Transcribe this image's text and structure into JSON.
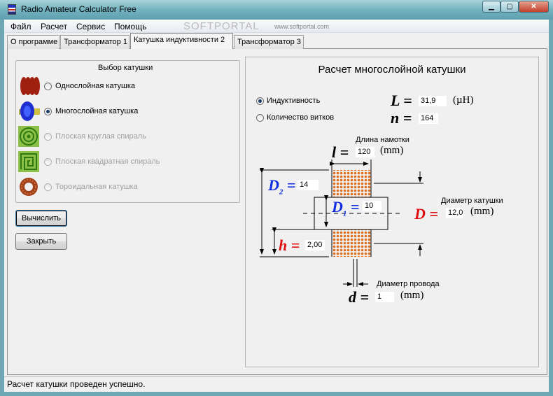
{
  "window": {
    "title": "Radio Amateur Calculator Free"
  },
  "menu": [
    "Файл",
    "Расчет",
    "Сервис",
    "Помощь"
  ],
  "tabs": [
    "О программе",
    "Трансформатор 1",
    "Катушка индуктивности 2",
    "Трансформатор 3"
  ],
  "watermark": {
    "logo": "SOFTPORTAL",
    "url": "www.softportal.com"
  },
  "coil_select": {
    "title": "Выбор катушки",
    "options": [
      {
        "label": "Однослойная катушка",
        "icon": "single-layer-coil-icon",
        "enabled": true,
        "selected": false
      },
      {
        "label": "Многослойная катушка",
        "icon": "multi-layer-coil-icon",
        "enabled": true,
        "selected": true
      },
      {
        "label": "Плоская круглая спираль",
        "icon": "round-spiral-icon",
        "enabled": false,
        "selected": false
      },
      {
        "label": "Плоская квадратная спираль",
        "icon": "square-spiral-icon",
        "enabled": false,
        "selected": false
      },
      {
        "label": "Тороидальная катушка",
        "icon": "toroid-icon",
        "enabled": false,
        "selected": false
      }
    ]
  },
  "buttons": {
    "calculate": "Вычислить",
    "close": "Закрыть"
  },
  "calc": {
    "title": "Расчет многослойной катушки",
    "mode_inductance": "Индуктивность",
    "mode_turns": "Количество витков",
    "L_symbol": "L =",
    "L_value": "31,9",
    "L_unit": "(µH)",
    "n_symbol": "n =",
    "n_value": "164",
    "length_label": "Длина намотки",
    "l_symbol": "l =",
    "l_value": "120",
    "mm": "(mm)",
    "D2_symbol": "D",
    "D2_sub": "2",
    "D2_value": "14",
    "D1_symbol": "D",
    "D1_sub": "1",
    "D1_value": "10",
    "D_label": "Диаметр катушки",
    "D_symbol": "D =",
    "D_value": "12,0",
    "h_symbol": "h =",
    "h_value": "2,00",
    "wire_label": "Диаметр провода",
    "d_symbol": "d =",
    "d_value": "1",
    "colors": {
      "blue": "#1030e0",
      "red": "#e01010",
      "winding": "#e07020"
    }
  },
  "status": "Расчет катушки проведен успешно."
}
